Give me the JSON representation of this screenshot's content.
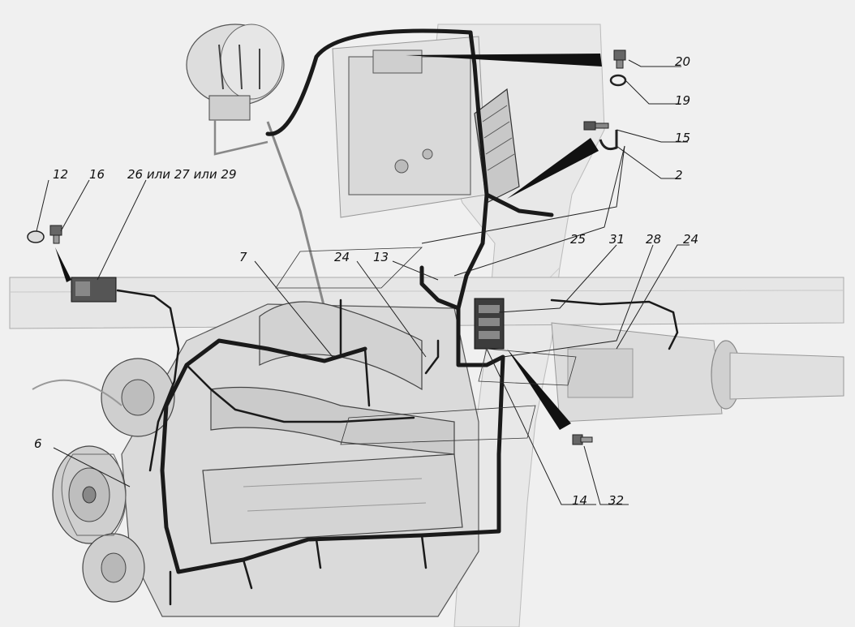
{
  "diagram": {
    "callouts": [
      {
        "id": "c20",
        "label": "20"
      },
      {
        "id": "c19",
        "label": "19"
      },
      {
        "id": "c15",
        "label": "15"
      },
      {
        "id": "c2",
        "label": "2"
      },
      {
        "id": "c25",
        "label": "25"
      },
      {
        "id": "c31",
        "label": "31"
      },
      {
        "id": "c28",
        "label": "28"
      },
      {
        "id": "c24r",
        "label": "24"
      },
      {
        "id": "c12",
        "label": "12"
      },
      {
        "id": "c16",
        "label": "16"
      },
      {
        "id": "c26",
        "label": "26 или 27 или 29"
      },
      {
        "id": "c7",
        "label": "7"
      },
      {
        "id": "c24m",
        "label": "24"
      },
      {
        "id": "c13",
        "label": "13"
      },
      {
        "id": "c6",
        "label": "6"
      },
      {
        "id": "c14",
        "label": "14"
      },
      {
        "id": "c32",
        "label": "32"
      }
    ]
  }
}
